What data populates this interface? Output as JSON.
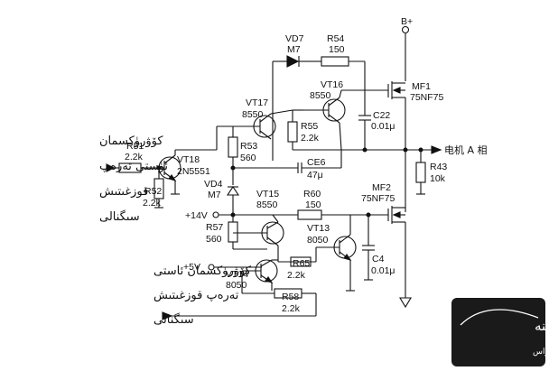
{
  "labels": {
    "bplus": "B+",
    "vd7": "VD7",
    "vd7_type": "M7",
    "r54": "R54",
    "r54_val": "150",
    "mf1": "MF1",
    "mf1_type": "75NF75",
    "vt17": "VT17",
    "vt17_type": "8550",
    "vt16": "VT16",
    "vt16_type": "8550",
    "r55": "R55",
    "r55_val": "2.2k",
    "c22": "C22",
    "c22_val": "0.01μ",
    "r51": "R51",
    "r51_val": "2.2k",
    "vt18": "VT18",
    "vt18_type": "2N5551",
    "r53": "R53",
    "r53_val": "560",
    "ce6": "CE6",
    "ce6_val": "47μ",
    "output": "电机 A 相",
    "r43": "R43",
    "r43_val": "10k",
    "r52": "R52",
    "r52_val": "2.2k",
    "vd4": "VD4",
    "vd4_type": "M7",
    "vt15": "VT15",
    "vt15_type": "8550",
    "r60": "R60",
    "r60_val": "150",
    "mf2": "MF2",
    "mf2_type": "75NF75",
    "v14": "+14V",
    "r57": "R57",
    "r57_val": "560",
    "vt13": "VT13",
    "vt13_type": "8050",
    "c4": "C4",
    "c4_val": "0.01μ",
    "v5": "+5V",
    "vt14": "VT14",
    "vt14_type": "8050",
    "r65": "R65",
    "r65_val": "2.2k",
    "r58": "R58",
    "r58_val": "2.2k"
  },
  "annotations": {
    "upper_signal": [
      "كۆۋرۈكسمان",
      "ئۈستى تەرەپ",
      "قوزغىتىش",
      "سىگنالى"
    ],
    "lower_signal": [
      "كۆۋرۈكسمان ئاستى",
      "تەرەپ قوزغىتىش",
      "سىگنالى"
    ]
  },
  "watermark": {
    "line1": "روزیبکتینه",
    "line2": "یوراسالن توراس"
  }
}
